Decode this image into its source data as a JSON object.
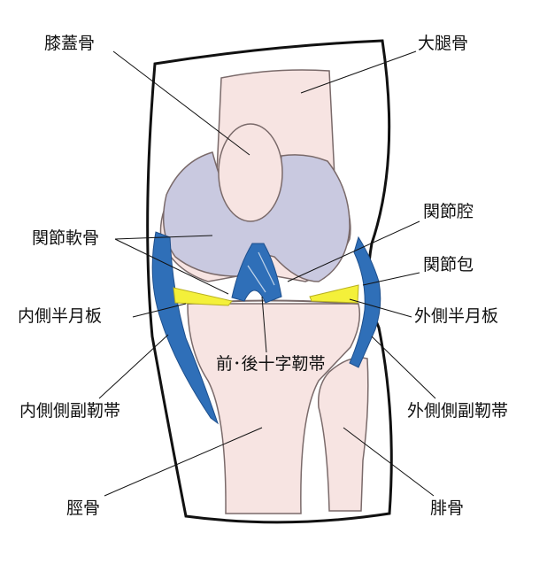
{
  "labels": {
    "patella": "膝蓋骨",
    "femur": "大腿骨",
    "articular_cartilage": "関節軟骨",
    "joint_cavity": "関節腔",
    "joint_capsule": "関節包",
    "medial_meniscus": "内側半月板",
    "lateral_meniscus": "外側半月板",
    "cruciate_ligaments": "前･後十字靭帯",
    "medial_collateral_ligament": "内側側副靭帯",
    "lateral_collateral_ligament": "外側側副靭帯",
    "tibia": "脛骨",
    "fibula": "腓骨"
  },
  "colors": {
    "bone": "#f7e4e2",
    "bone_outline": "#7a6a6a",
    "cartilage": "#c9c9e0",
    "ligament": "#2f6fb8",
    "ligament_dark": "#1e4f8c",
    "meniscus": "#f4f03a",
    "outline": "#111111"
  }
}
